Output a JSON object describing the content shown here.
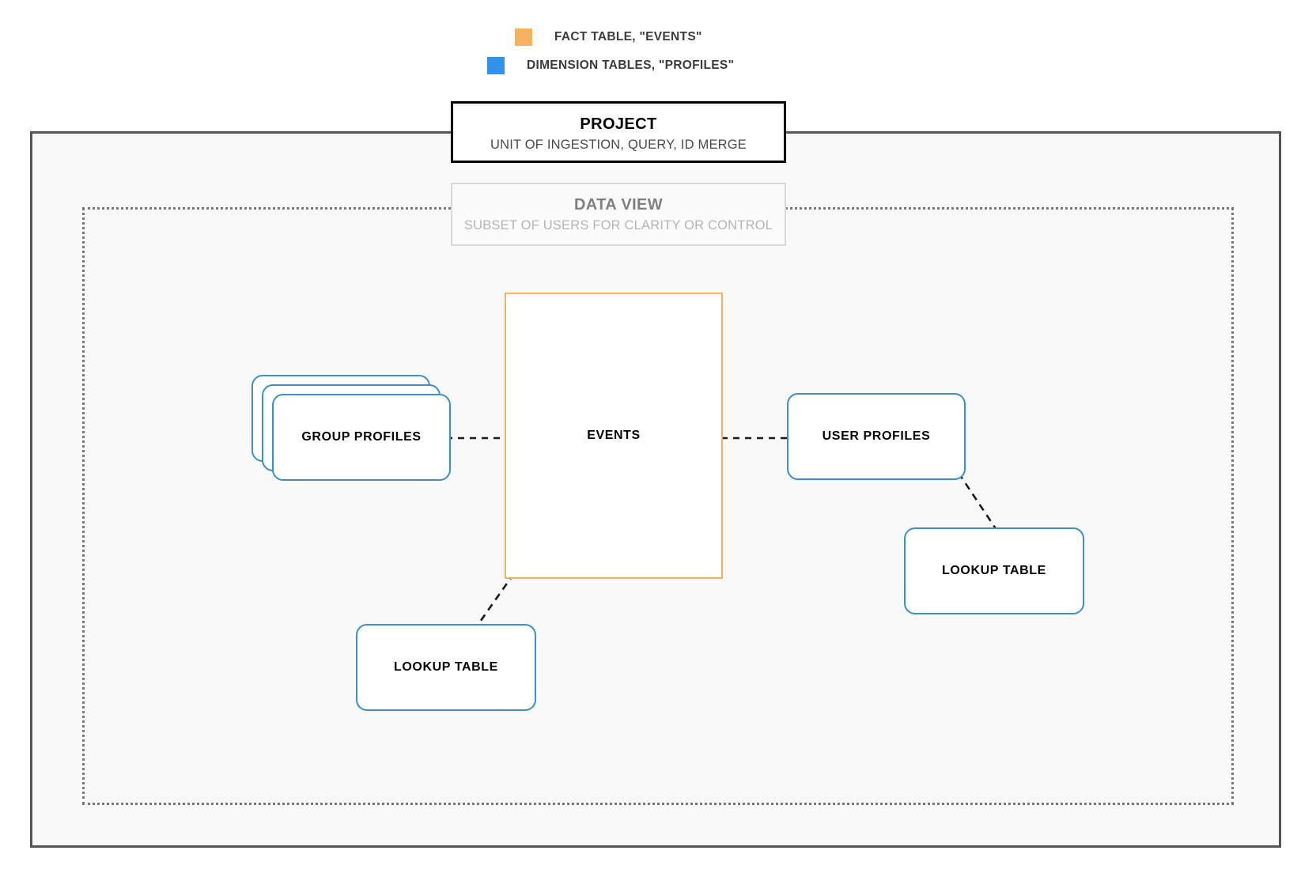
{
  "legend": {
    "items": [
      {
        "label": "FACT TABLE, \"EVENTS\"",
        "color": "#f5b362",
        "icon": "square-swatch-icon"
      },
      {
        "label": "DIMENSION TABLES, \"PROFILES\"",
        "color": "#3491ea",
        "icon": "square-swatch-icon"
      }
    ]
  },
  "containers": {
    "project": {
      "title": "PROJECT",
      "subtitle": "UNIT OF INGESTION, QUERY, ID MERGE",
      "border_color": "#000000",
      "fill_color": "#f9f9f9"
    },
    "data_view": {
      "title": "DATA VIEW",
      "subtitle": "SUBSET OF USERS FOR CLARITY OR CONTROL",
      "border_color": "#d8d8d8",
      "border_style": "dotted"
    }
  },
  "nodes": {
    "events": {
      "label": "EVENTS",
      "kind": "fact-table",
      "border_color": "#eab464"
    },
    "group_profiles": {
      "label": "GROUP PROFILES",
      "kind": "dimension-table-stack",
      "stack_count": 3,
      "border_color": "#3f8fc4"
    },
    "user_profiles": {
      "label": "USER PROFILES",
      "kind": "dimension-table",
      "border_color": "#3f8fc4"
    },
    "lookup_table_left": {
      "label": "LOOKUP TABLE",
      "kind": "dimension-table",
      "border_color": "#3f8fc4"
    },
    "lookup_table_right": {
      "label": "LOOKUP TABLE",
      "kind": "dimension-table",
      "border_color": "#3f8fc4"
    }
  },
  "edges": [
    {
      "from": "group_profiles",
      "to": "events",
      "style": "dashed"
    },
    {
      "from": "events",
      "to": "user_profiles",
      "style": "dashed"
    },
    {
      "from": "events",
      "to": "lookup_table_left",
      "style": "dashed"
    },
    {
      "from": "user_profiles",
      "to": "lookup_table_right",
      "style": "dashed"
    }
  ]
}
